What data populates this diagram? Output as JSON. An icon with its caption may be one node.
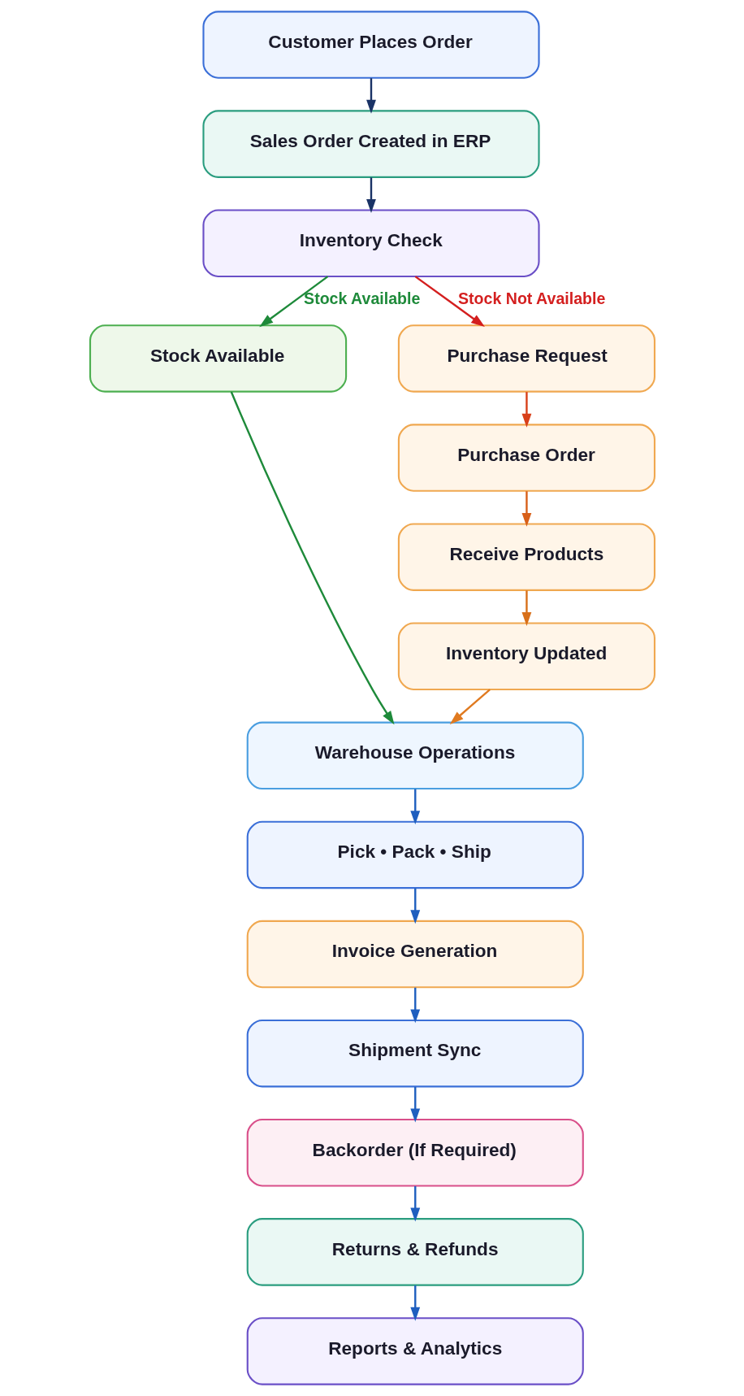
{
  "diagram": {
    "nodes": [
      {
        "text": [
          "Customer Places Order"
        ]
      },
      {
        "text": [
          "Sales Order Created in ERP"
        ]
      },
      {
        "text": [
          "Inventory Check"
        ]
      },
      {
        "text": [
          "Stock Available"
        ]
      },
      {
        "text": [
          "Purchase Request"
        ]
      },
      {
        "text": [
          "Purchase Order"
        ]
      },
      {
        "text": [
          "Receive Products"
        ]
      },
      {
        "text": [
          "Inventory Updated"
        ]
      },
      {
        "text": [
          "Warehouse Operations"
        ]
      },
      {
        "text": [
          "Pick • Pack • Ship"
        ]
      },
      {
        "text": [
          "Invoice Generation"
        ]
      },
      {
        "text": [
          "Shipment Sync"
        ]
      },
      {
        "text": [
          "Backorder (If Required)"
        ]
      },
      {
        "text": [
          "Returns & Refunds"
        ]
      },
      {
        "text": [
          "Reports & Analytics"
        ]
      }
    ],
    "edges": [
      {
        "from": 0,
        "to": 1,
        "arrow": "to",
        "color": "#1a3366"
      },
      {
        "from": 1,
        "to": 2,
        "arrow": "to",
        "color": "#1a3366"
      },
      {
        "from": 2,
        "to": 3,
        "arrow": "to",
        "label": "Stock Available",
        "color": "#1e8a3a"
      },
      {
        "from": 2,
        "to": 4,
        "arrow": "to",
        "label": "Stock Not Available",
        "color": "#d41f1f"
      },
      {
        "from": 4,
        "to": 5,
        "arrow": "to",
        "color": "#d8401a"
      },
      {
        "from": 5,
        "to": 6,
        "arrow": "to",
        "color": "#d8601a"
      },
      {
        "from": 6,
        "to": 7,
        "arrow": "to",
        "color": "#d8701a"
      },
      {
        "from": 3,
        "to": 8,
        "arrow": "to",
        "color": "#1e8a3a"
      },
      {
        "from": 7,
        "to": 8,
        "arrow": "to",
        "color": "#e07a20"
      },
      {
        "from": 8,
        "to": 9,
        "arrow": "to"
      },
      {
        "from": 9,
        "to": 10,
        "arrow": "to"
      },
      {
        "from": 10,
        "to": 11,
        "arrow": "to"
      },
      {
        "from": 11,
        "to": 12,
        "arrow": "to"
      },
      {
        "from": 12,
        "to": 13,
        "arrow": "to"
      },
      {
        "from": 13,
        "to": 14,
        "arrow": "to"
      }
    ]
  }
}
